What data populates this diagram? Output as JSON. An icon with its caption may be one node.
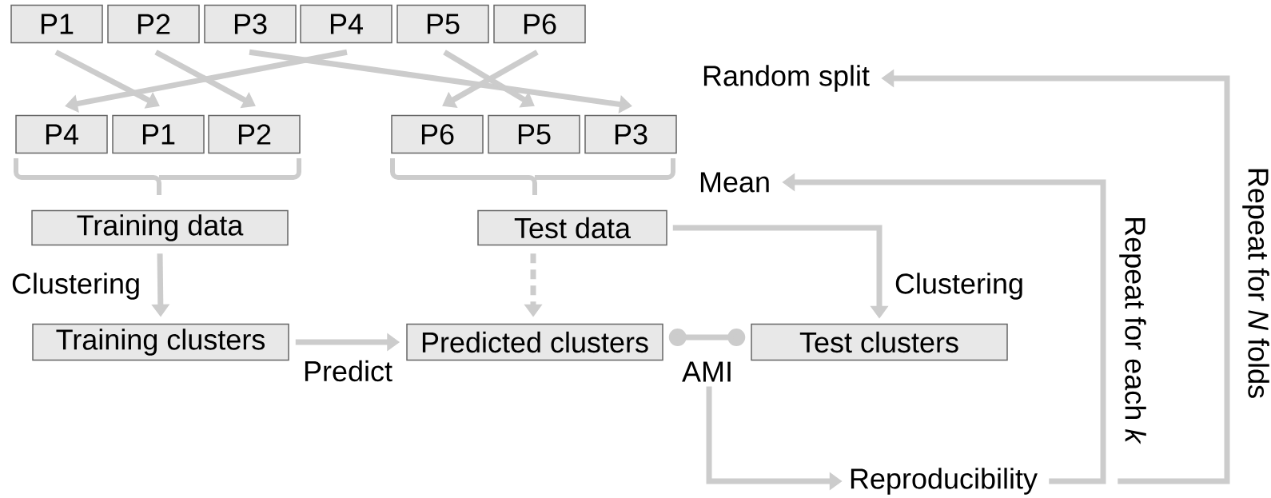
{
  "diagram": {
    "nodes": [
      {
        "text": [
          "P1"
        ]
      },
      {
        "text": [
          "P2"
        ]
      },
      {
        "text": [
          "P3"
        ]
      },
      {
        "text": [
          "P4"
        ]
      },
      {
        "text": [
          "P5"
        ]
      },
      {
        "text": [
          "P6"
        ]
      },
      {
        "text": [
          "Random split"
        ]
      },
      {
        "text": [
          "P4"
        ]
      },
      {
        "text": [
          "P1"
        ]
      },
      {
        "text": [
          "P2"
        ]
      },
      {
        "text": [
          "P6"
        ]
      },
      {
        "text": [
          "P5"
        ]
      },
      {
        "text": [
          "P3"
        ]
      },
      {
        "text": [
          "Mean"
        ]
      },
      {
        "text": [
          "Training data"
        ]
      },
      {
        "text": [
          "Test data"
        ]
      },
      {
        "text": [
          "Training clusters"
        ]
      },
      {
        "text": [
          "Predicted clusters"
        ]
      },
      {
        "text": [
          "Test clusters"
        ]
      },
      {
        "text": [
          "AMI"
        ]
      },
      {
        "text": [
          "Reproducibility"
        ]
      }
    ],
    "edges": [
      {
        "from": 0,
        "to": 8,
        "arrow": "to"
      },
      {
        "from": 1,
        "to": 9,
        "arrow": "to"
      },
      {
        "from": 2,
        "to": 12,
        "arrow": "to"
      },
      {
        "from": 3,
        "to": 7,
        "arrow": "to"
      },
      {
        "from": 4,
        "to": 11,
        "arrow": "to"
      },
      {
        "from": 5,
        "to": 10,
        "arrow": "to"
      },
      {
        "from": 14,
        "to": 16,
        "arrow": "to",
        "label": "Clustering"
      },
      {
        "from": 15,
        "to": 18,
        "arrow": "to",
        "label": "Clustering"
      },
      {
        "from": 15,
        "to": 17,
        "arrow": "to",
        "style": "dashed"
      },
      {
        "from": 16,
        "to": 17,
        "arrow": "to",
        "label": "Predict"
      },
      {
        "from": 17,
        "to": 18,
        "arrow": "other"
      },
      {
        "from": 19,
        "to": 20,
        "arrow": "to"
      },
      {
        "from": 20,
        "to": 13,
        "arrow": "to",
        "label": "Repeat for each *k*"
      },
      {
        "from": 20,
        "to": 6,
        "arrow": "to",
        "label": "Repeat for *N* folds"
      }
    ]
  }
}
